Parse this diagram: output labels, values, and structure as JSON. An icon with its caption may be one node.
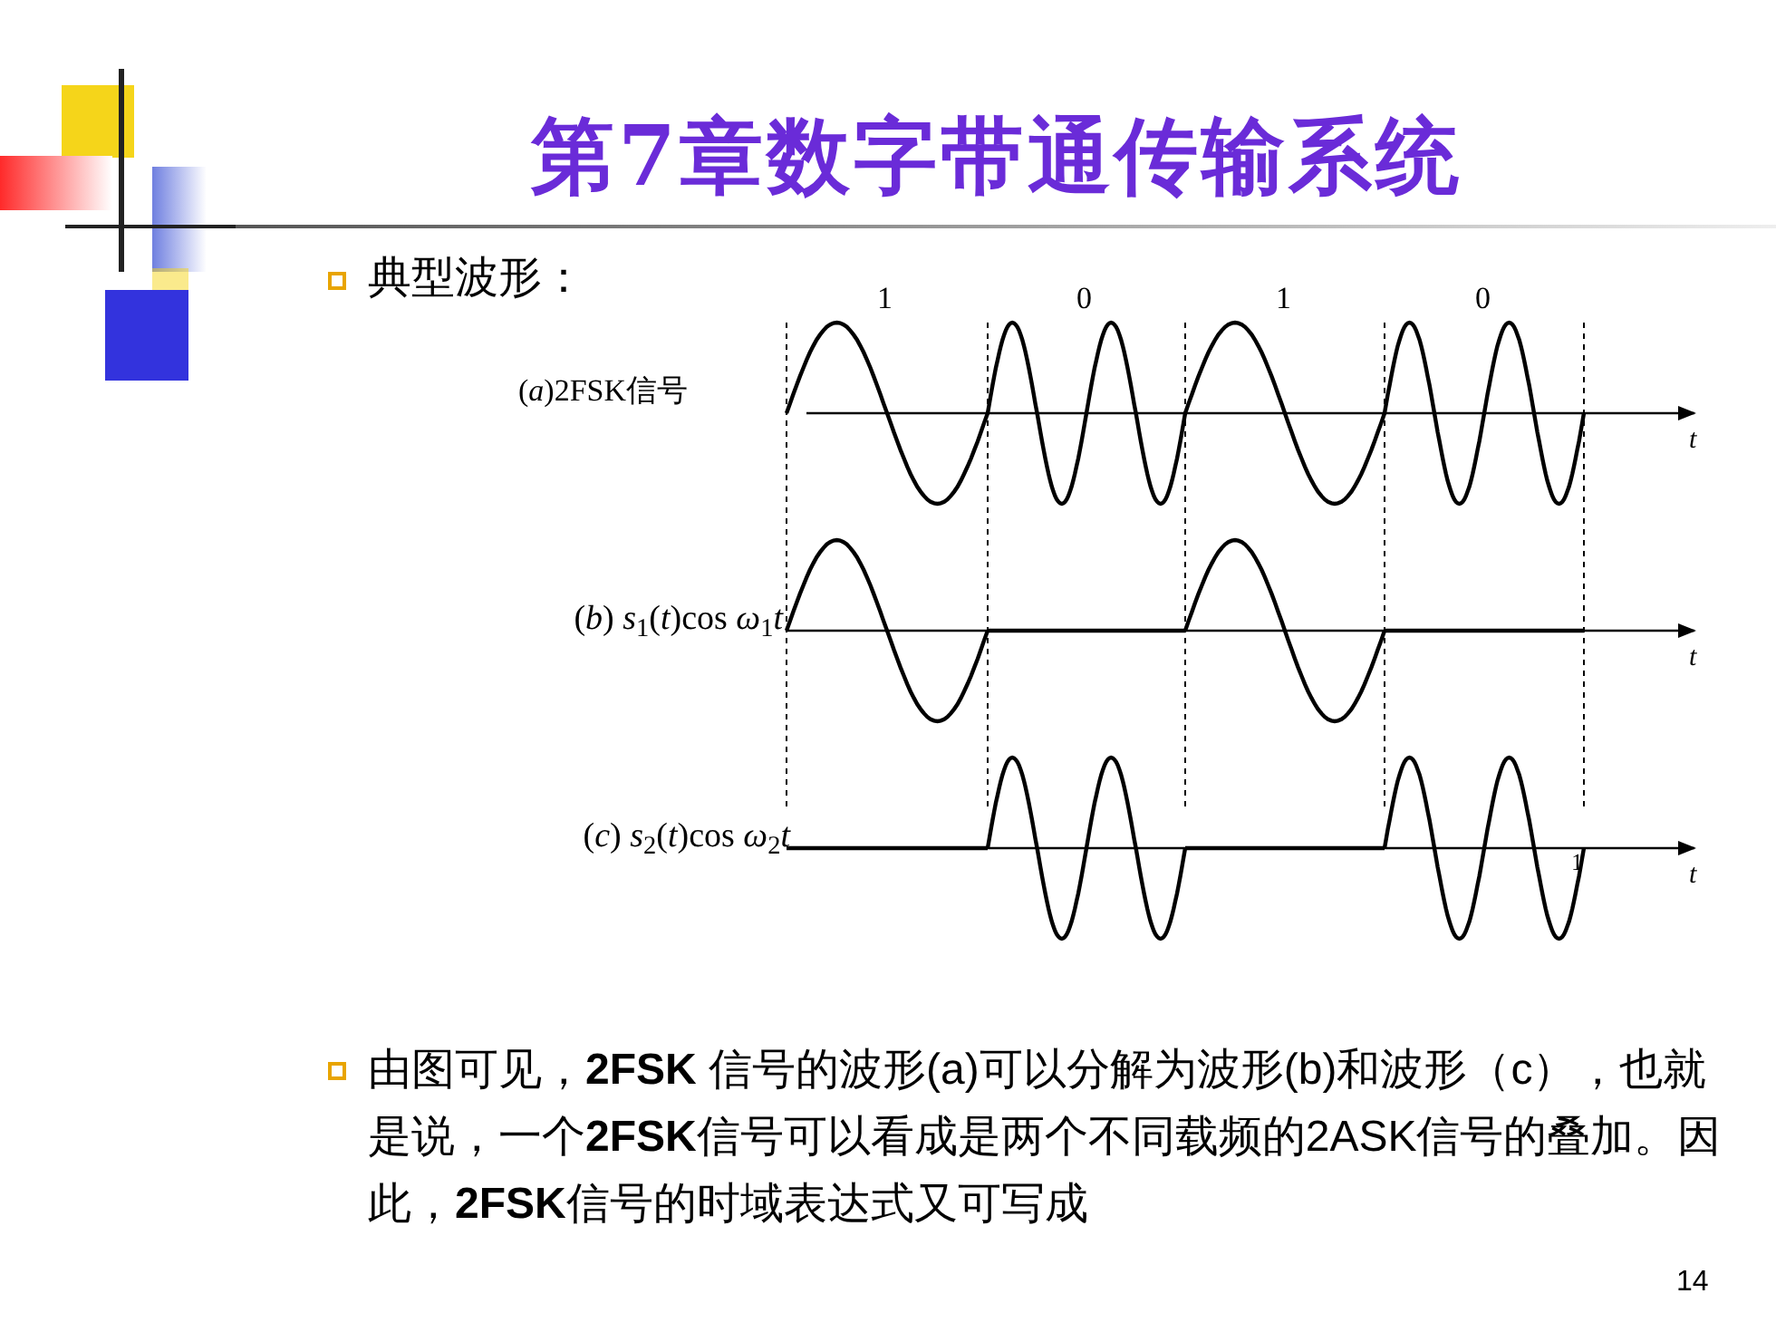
{
  "diagram": {
    "title": "第7章数字带通传输系统",
    "labels": [
      "典型波形：",
      "1",
      "0",
      "1",
      "0",
      "(*a*)2FSK信号",
      "*t*",
      "(*b*) *s*$_{1}$(*t*)cos *ω*$_{1}$*t*",
      "*t*",
      "(*c*) *s*$_{2}$(*t*)cos *ω*$_{2}$*t*",
      "*t*",
      "1",
      "由图可见，**2FSK** 信号的波形(a)可以分解为波形(b)和波形（c），也就是说，一个**2FSK**信号可以看成是两个不同载频的2ASK信号的叠加。因此，**2FSK**信号的时域表达式又可写成",
      "14"
    ]
  }
}
